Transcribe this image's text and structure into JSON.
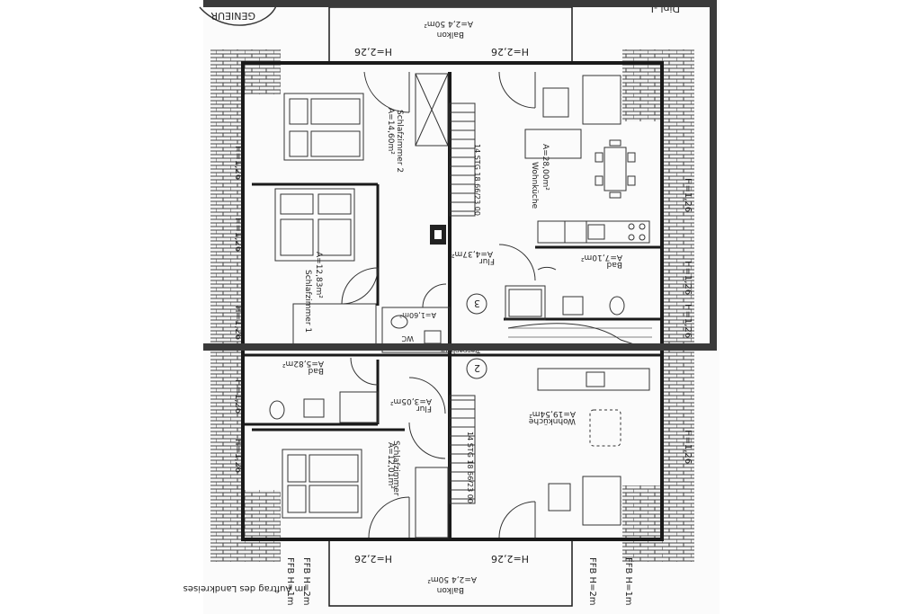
{
  "top_unit": {
    "balcony": {
      "name": "Balkon",
      "area": "A=2,4 50m²"
    },
    "heights": [
      "H=2,26",
      "H=2,26"
    ],
    "side_heights_left": [
      "H=1,26",
      "H=1,26",
      "H=1,26"
    ],
    "side_heights_right": [
      "H=1,26",
      "H=1,26",
      "H=1,26"
    ],
    "stair": "14 STG 18 66/23 00",
    "rooms": {
      "schlafzimmer2": {
        "name": "Schlafzimmer 2",
        "area": "A=14,60m²"
      },
      "schlafzimmer1": {
        "name": "Schlafzimmer 1",
        "area": "A=12,83m²"
      },
      "wohnkueche": {
        "name": "Wohnküche",
        "area": "A=28,00m²"
      },
      "flur": {
        "name": "Flur",
        "area": "A=4,37m²"
      },
      "bad": {
        "name": "Bad",
        "area": "A=7,10m²"
      },
      "wc": {
        "name": "WC",
        "area": "A=1,60m²"
      }
    },
    "unit_number": "3"
  },
  "bottom_unit": {
    "balcony": {
      "name": "Balkon",
      "area": "A=2,4 50m²"
    },
    "heights": [
      "H=2,26",
      "H=2,26"
    ],
    "side_heights_left": [
      "H=1,26",
      "H=1,26"
    ],
    "side_heights_right": [
      "H=1,26"
    ],
    "stair": "14 STG 18 66/23 00",
    "treppenhaus": "Treppenhaus",
    "rooms": {
      "bad": {
        "name": "Bad",
        "area": "A=5,82m²"
      },
      "flur": {
        "name": "Flur",
        "area": "A=3,05m²"
      },
      "schlafzimmer": {
        "name": "Schlafzimmer",
        "area": "A=12,01m²"
      },
      "wohnkueche": {
        "name": "Wohnküche",
        "area": "A=19,54m²"
      }
    },
    "unit_number": "2"
  },
  "ffb_labels": [
    "FFB H=1m",
    "FFB H=2m",
    "FFB H=2m",
    "FFB H=1m"
  ],
  "stamp_text": "Dipl.-I",
  "stamp_seal": "GENIEUR",
  "footnote": "im Auftrag des Landkreises"
}
